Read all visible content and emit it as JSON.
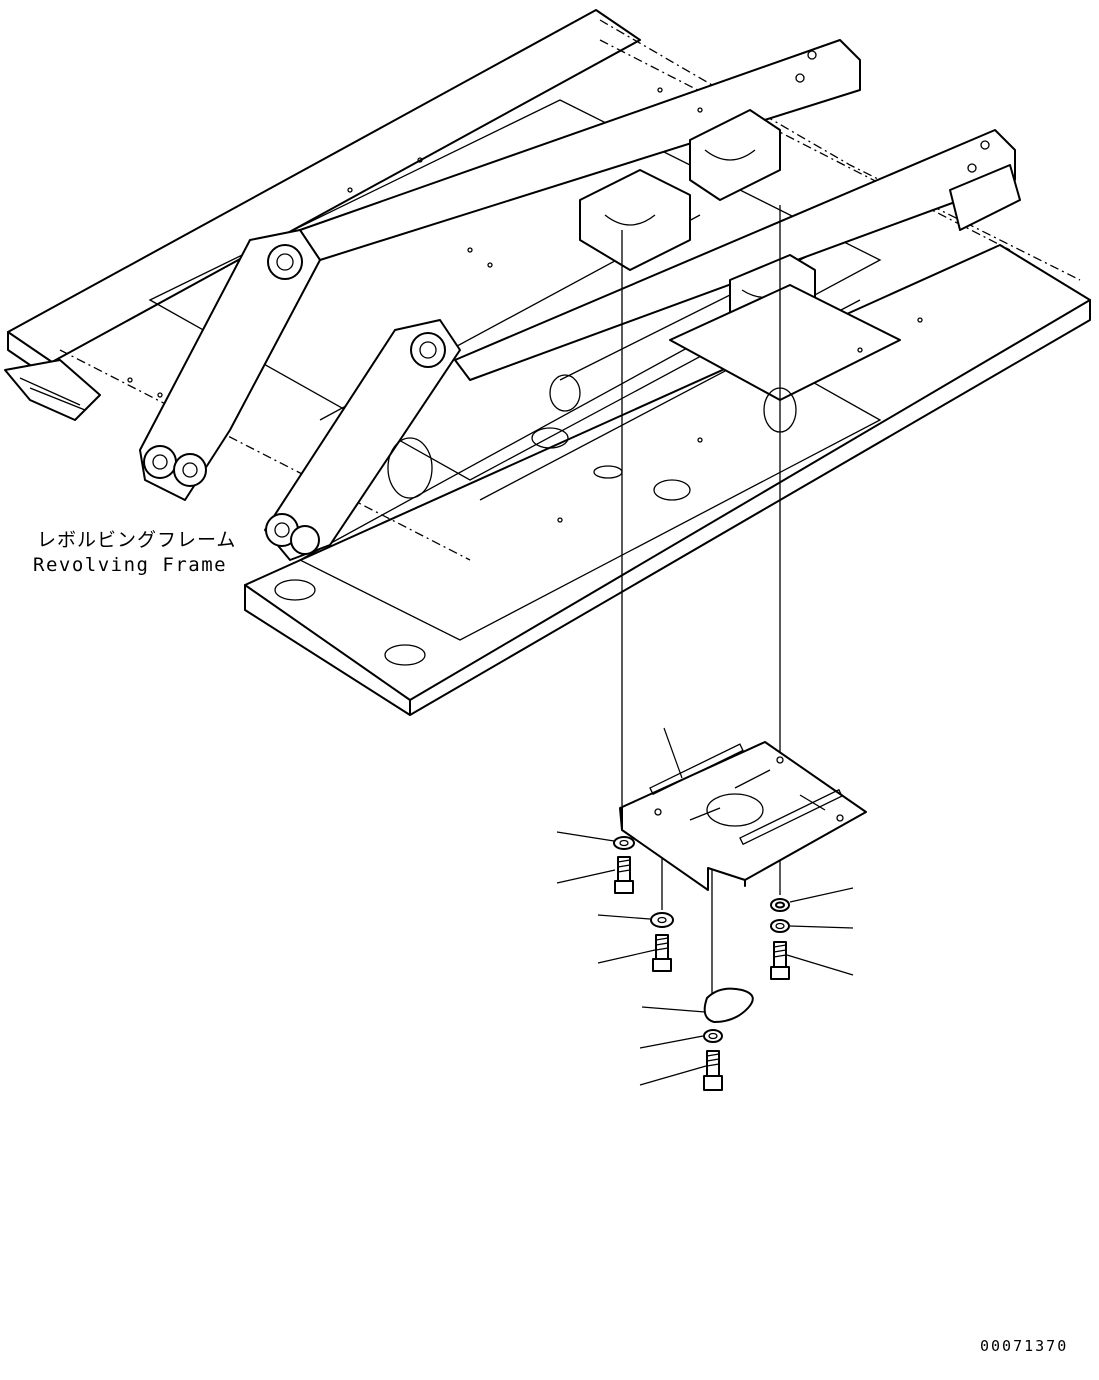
{
  "labels": {
    "component_jp": "レボルビングフレーム",
    "component_en": "Revolving Frame",
    "drawing_number": "00071370"
  },
  "colors": {
    "line": "#000000",
    "background": "#ffffff"
  }
}
